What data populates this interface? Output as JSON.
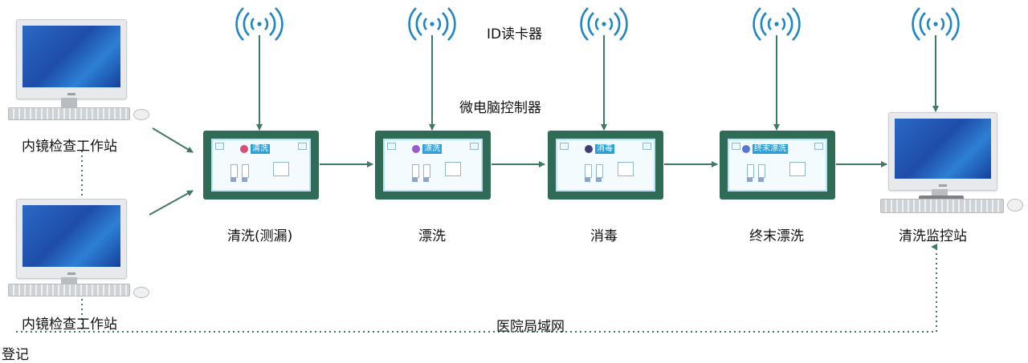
{
  "labels": {
    "id_reader": "ID读卡器",
    "microcomputer_controller": "微电脑控制器",
    "workstation_top": "内镜检查工作站",
    "workstation_bottom": "内镜检查工作站",
    "registration": "登记",
    "hospital_lan": "医院局域网",
    "monitor_station": "清洗监控站"
  },
  "stages": [
    {
      "name": "清洗(测漏)",
      "screen_title": "清洗"
    },
    {
      "name": "漂洗",
      "screen_title": "漂洗"
    },
    {
      "name": "消毒",
      "screen_title": "消毒"
    },
    {
      "name": "终末漂洗",
      "screen_title": "终末漂洗"
    }
  ],
  "colors": {
    "arrow": "#3f7a66",
    "panel": "#2f6b57",
    "wifi": "#1f86c4",
    "lan": "#3f7a66",
    "screen_title_bg": "#2e9fd9"
  },
  "icons": [
    "wifi-signal-icon",
    "desktop-computer-icon"
  ]
}
